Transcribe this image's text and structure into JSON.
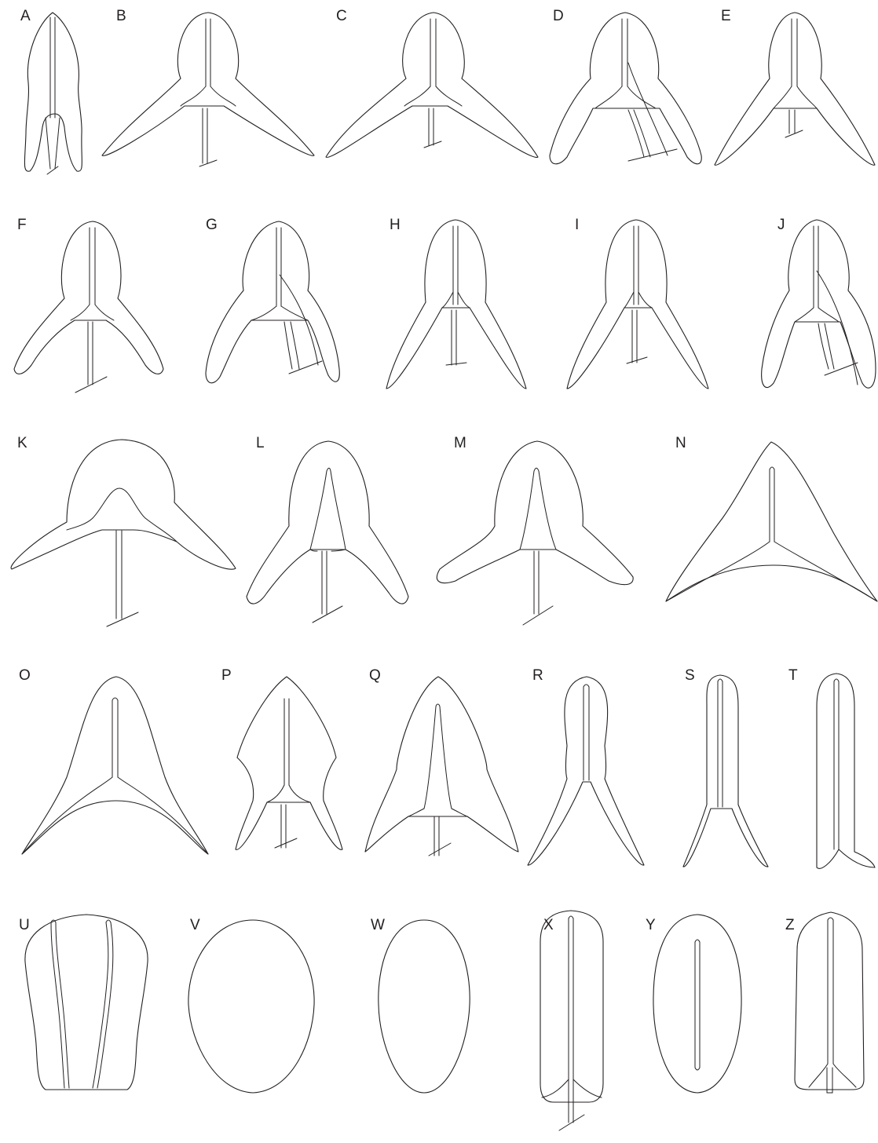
{
  "figure": {
    "panels": [
      {
        "id": "A",
        "label": "A",
        "kind": "narrow-lobed",
        "has_cut_stem": true
      },
      {
        "id": "B",
        "label": "B",
        "kind": "wide-hastate",
        "has_cut_stem": true
      },
      {
        "id": "C",
        "label": "C",
        "kind": "wide-hastate",
        "has_cut_stem": true
      },
      {
        "id": "D",
        "label": "D",
        "kind": "hastate-overlap",
        "has_cut_stem": true
      },
      {
        "id": "E",
        "label": "E",
        "kind": "hastate",
        "has_cut_stem": true
      },
      {
        "id": "F",
        "label": "F",
        "kind": "hastate",
        "has_cut_stem": true
      },
      {
        "id": "G",
        "label": "G",
        "kind": "hastate-overlap",
        "has_cut_stem": true
      },
      {
        "id": "H",
        "label": "H",
        "kind": "sagittate",
        "has_cut_stem": true
      },
      {
        "id": "I",
        "label": "I",
        "kind": "sagittate",
        "has_cut_stem": true
      },
      {
        "id": "J",
        "label": "J",
        "kind": "hastate-overlap",
        "has_cut_stem": true
      },
      {
        "id": "K",
        "label": "K",
        "kind": "broad-hastate",
        "has_cut_stem": true
      },
      {
        "id": "L",
        "label": "L",
        "kind": "hastate",
        "has_cut_stem": true
      },
      {
        "id": "M",
        "label": "M",
        "kind": "hastate",
        "has_cut_stem": true
      },
      {
        "id": "N",
        "label": "N",
        "kind": "deltoid",
        "has_cut_stem": false
      },
      {
        "id": "O",
        "label": "O",
        "kind": "deltoid",
        "has_cut_stem": false
      },
      {
        "id": "P",
        "label": "P",
        "kind": "angular-sagittate",
        "has_cut_stem": true
      },
      {
        "id": "Q",
        "label": "Q",
        "kind": "sagittate",
        "has_cut_stem": true
      },
      {
        "id": "R",
        "label": "R",
        "kind": "narrow-sagittate",
        "has_cut_stem": false
      },
      {
        "id": "S",
        "label": "S",
        "kind": "narrow-sagittate",
        "has_cut_stem": false
      },
      {
        "id": "T",
        "label": "T",
        "kind": "oblong-short-lobes",
        "has_cut_stem": false
      },
      {
        "id": "U",
        "label": "U",
        "kind": "ovate-two-veins",
        "has_cut_stem": false
      },
      {
        "id": "V",
        "label": "V",
        "kind": "ovate",
        "has_cut_stem": false
      },
      {
        "id": "W",
        "label": "W",
        "kind": "elliptic",
        "has_cut_stem": false
      },
      {
        "id": "X",
        "label": "X",
        "kind": "oblong",
        "has_cut_stem": true
      },
      {
        "id": "Y",
        "label": "Y",
        "kind": "elliptic-midrib",
        "has_cut_stem": false
      },
      {
        "id": "Z",
        "label": "Z",
        "kind": "oblong",
        "has_cut_stem": false
      }
    ],
    "colors": {
      "line": "#231f20",
      "background": "#ffffff"
    }
  }
}
